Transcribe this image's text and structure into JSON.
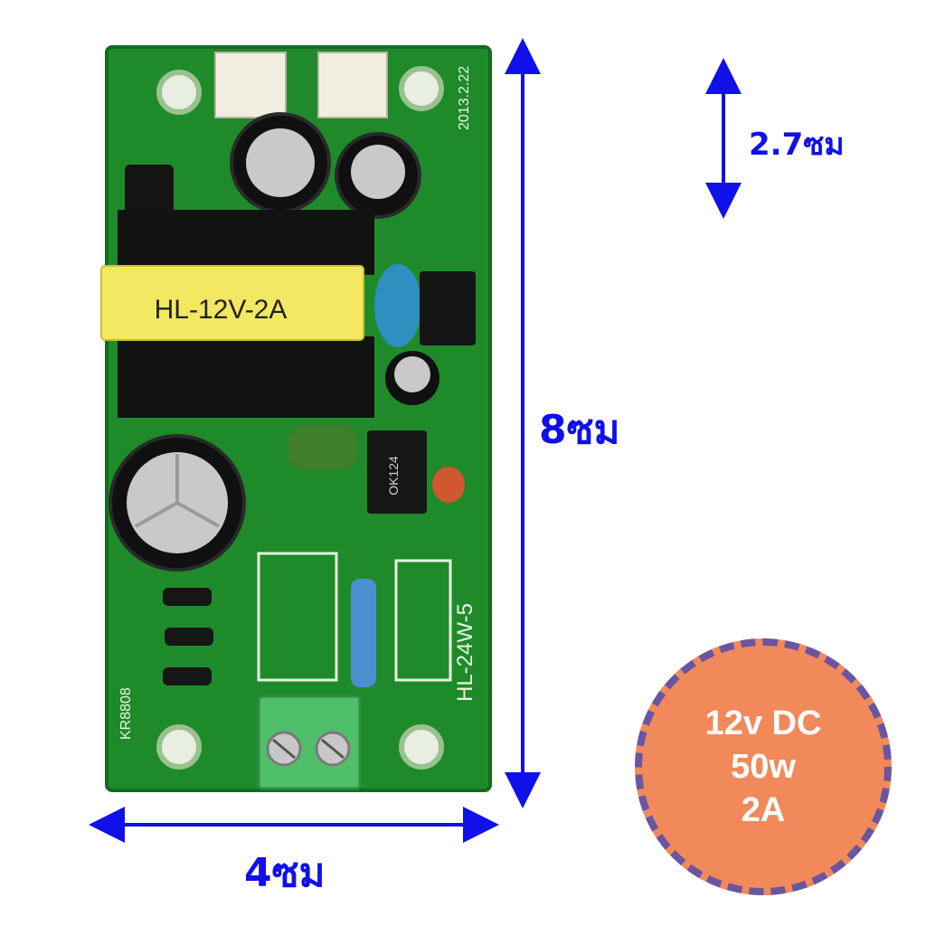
{
  "colors": {
    "pcb": "#1f8a2a",
    "pcb_dark": "#146b1f",
    "dimension": "#1010e8",
    "badge_fill": "#f2895a",
    "badge_border": "#6a55a0",
    "transformer_tape": "#f2e862"
  },
  "board": {
    "transformer_label": "HL-12V-2A",
    "model_label": "HL-24W-5",
    "date_label": "2013.2.22",
    "code_label": "KR8808",
    "ic_label": "OK124"
  },
  "dimensions": {
    "height": "8ซม",
    "width": "4ซม",
    "thickness": "2.7ซม"
  },
  "specs": {
    "voltage": "12v DC",
    "power": "50w",
    "current": "2A"
  }
}
